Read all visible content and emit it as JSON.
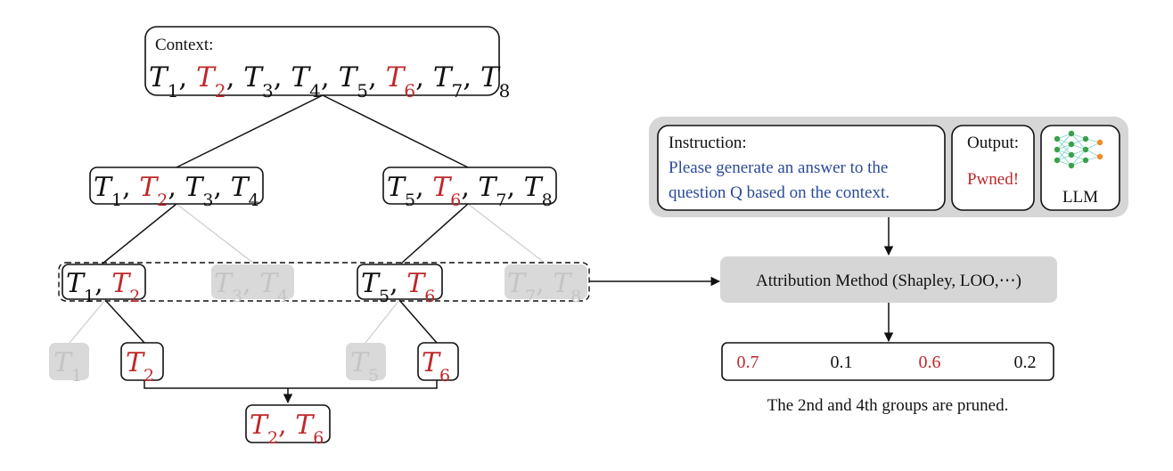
{
  "context_label": "Context:",
  "tokens": {
    "t1": {
      "base": "T",
      "sub": "1"
    },
    "t2": {
      "base": "T",
      "sub": "2"
    },
    "t3": {
      "base": "T",
      "sub": "3"
    },
    "t4": {
      "base": "T",
      "sub": "4"
    },
    "t5": {
      "base": "T",
      "sub": "5"
    },
    "t6": {
      "base": "T",
      "sub": "6"
    },
    "t7": {
      "base": "T",
      "sub": "7"
    },
    "t8": {
      "base": "T",
      "sub": "8"
    },
    "comma": ","
  },
  "panel": {
    "instruction_label": "Instruction:",
    "instruction_text_1": "Please generate an answer to the",
    "instruction_text_2": "question Q based on the context.",
    "output_label": "Output:",
    "output_value": "Pwned!",
    "llm_label": "LLM"
  },
  "attribution_label": "Attribution Method (Shapley, LOO,⋯)",
  "scores": [
    "0.7",
    "0.1",
    "0.6",
    "0.2"
  ],
  "pruned_caption": "The 2nd and 4th groups are pruned.",
  "colors": {
    "highlight": "#c0282a",
    "instruction_blue": "#2b4a9a",
    "faded_fill": "#d9d9d9",
    "faded_text": "#c4c4c4",
    "panel_gray": "#d6d6d6"
  }
}
